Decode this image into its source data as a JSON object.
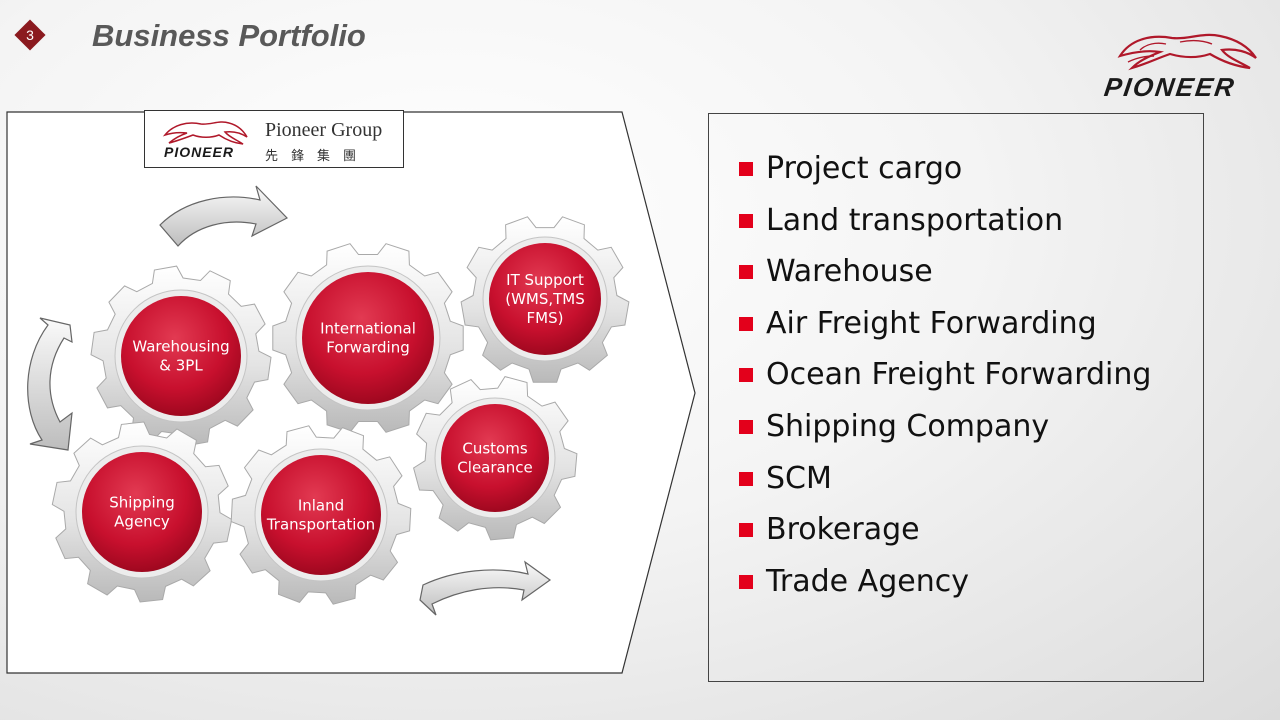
{
  "slide": {
    "number": "3",
    "title": "Business Portfolio"
  },
  "brand": {
    "wordmark": "PIONEER"
  },
  "group_logo": {
    "wordmark": "PIONEER",
    "name": "Pioneer Group",
    "name_cjk": "先鋒集團"
  },
  "gears": [
    {
      "lines": [
        "Warehousing",
        "& 3PL"
      ]
    },
    {
      "lines": [
        "International",
        "Forwarding"
      ]
    },
    {
      "lines": [
        "IT Support",
        "(WMS,TMS",
        "FMS)"
      ]
    },
    {
      "lines": [
        "Customs",
        "Clearance"
      ]
    },
    {
      "lines": [
        "Shipping",
        "Agency"
      ]
    },
    {
      "lines": [
        "Inland",
        "Transportation"
      ]
    }
  ],
  "services": [
    "Project cargo",
    "Land transportation",
    "Warehouse",
    "Air Freight Forwarding",
    "Ocean Freight Forwarding",
    "Shipping Company",
    "SCM",
    "Brokerage",
    "Trade Agency"
  ],
  "colors": {
    "accent": "#e3001b",
    "gear_center": "#c8102e",
    "title": "#595959",
    "slide_marker": "#8b1a1f"
  }
}
